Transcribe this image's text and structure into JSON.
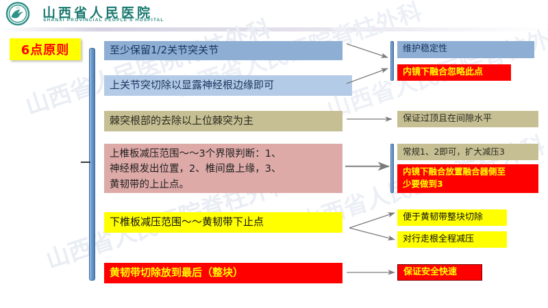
{
  "header": {
    "logo_icon": "hospital-dove-emblem-icon",
    "hospital_name_cn": "山西省人民医院",
    "hospital_name_en": "SHANXI PROVINCIAL PEOPLE'S HOSPITAL",
    "accent_color": "#19786f"
  },
  "watermark": {
    "text": "山西省人民医院脊柱外科",
    "color": "#e9edf4"
  },
  "title_chip": {
    "label": "6点原则",
    "text_color": "#ff0000",
    "background": "#ffff00"
  },
  "principles": [
    {
      "id": 1,
      "text": "至少保留1/2关节突关节",
      "background": "#8eaed4",
      "text_color": "#18325c",
      "outcomes": [
        {
          "text": "维护稳定性",
          "background": "#8eaed4",
          "text_color": "#18325c"
        },
        {
          "text": "内镜下融合忽略此点",
          "background": "#ff0000",
          "text_color": "#ffff00"
        }
      ]
    },
    {
      "id": 2,
      "text": "上关节突切除以显露神经根边缘即可",
      "background": "#b4cbe7",
      "text_color": "#18325c",
      "outcomes": []
    },
    {
      "id": 3,
      "text": "棘突根部的去除以上位棘突为主",
      "background": "#c6bf93",
      "text_color": "#2b2b20",
      "outcomes": [
        {
          "text": "保证过顶且在间隙水平",
          "background": "#c6bf93",
          "text_color": "#2b2b20"
        }
      ]
    },
    {
      "id": 4,
      "text": "上椎板减压范围～～3个界限判断：1、\n神经根发出位置，2、椎间盘上缘，3、\n黄韧带的上止点。",
      "background": "#ddaaa8",
      "text_color": "#1f1f1f",
      "outcomes": [
        {
          "text": "常规1、2即可，扩大减压3",
          "background": "#c6bf93",
          "text_color": "#2b2b20"
        },
        {
          "text": "内镜下融合放置融合器侧至\n少要做到3",
          "background": "#ff0000",
          "text_color": "#ffff00"
        }
      ]
    },
    {
      "id": 5,
      "text": "下椎板减压范围～～黄韧带下止点",
      "background": "#ffff00",
      "text_color": "#111111",
      "outcomes": [
        {
          "text": "便于黄韧带整块切除",
          "background": "#ffff00",
          "text_color": "#111111"
        },
        {
          "text": "对行走根全程减压",
          "background": "#ffff00",
          "text_color": "#111111"
        }
      ]
    },
    {
      "id": 6,
      "text": "黄韧带切除放到最后（整块）",
      "background": "#ff0000",
      "text_color": "#ffff00",
      "outcomes": [
        {
          "text": "保证安全快速",
          "background": "#ff0000",
          "text_color": "#ffff00"
        }
      ]
    }
  ],
  "connectors": {
    "spine_color": "#4f7fb5",
    "arrow_color": "#7a7a7a",
    "arrow_count": 8
  }
}
